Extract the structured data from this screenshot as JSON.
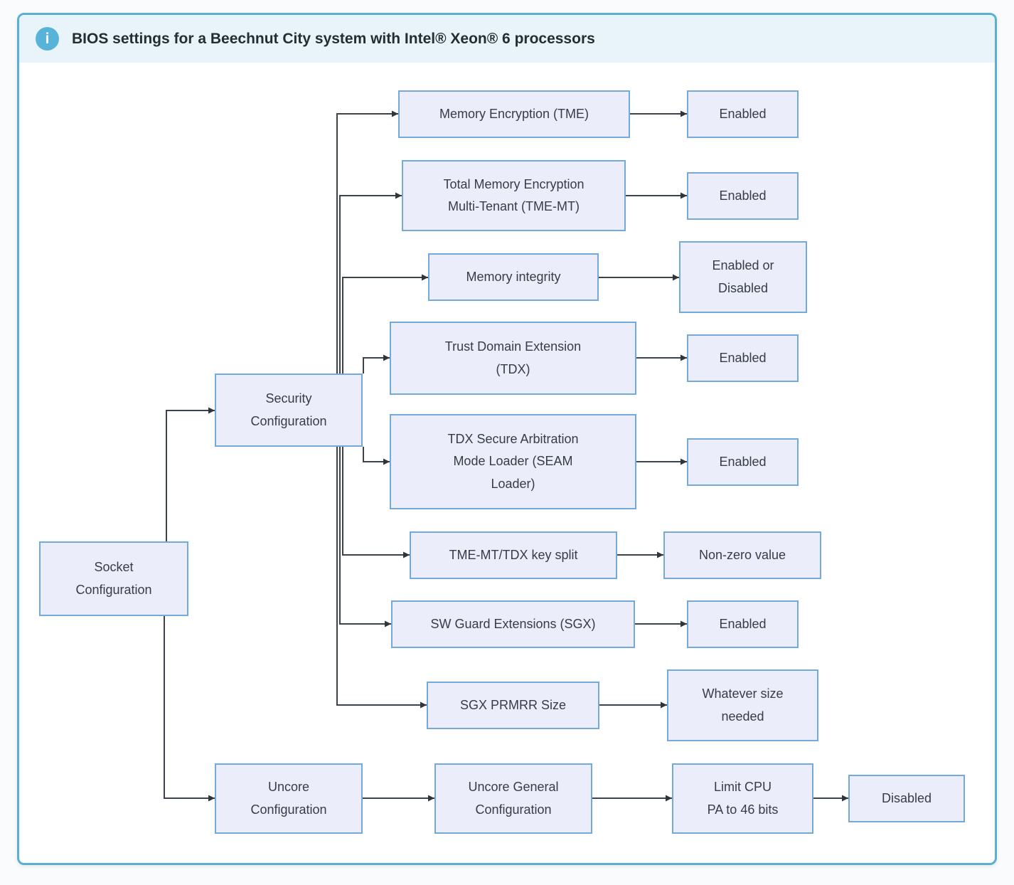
{
  "header": {
    "title": "BIOS settings for a Beechnut City system with Intel® Xeon® 6 processors",
    "info_icon_glyph": "i"
  },
  "colors": {
    "card_border": "#58b1d5",
    "header_background": "#e8f4f9",
    "info_icon_background": "#57b3d7",
    "node_fill": "#ecedfb",
    "node_border": "#74aad9",
    "edge_color": "#3b424a",
    "title_text": "#222e36",
    "node_text": "#363d44"
  },
  "diagram": {
    "nodes": {
      "socket": {
        "label": "Socket\nConfiguration"
      },
      "security": {
        "label": "Security\nConfiguration"
      },
      "tme": {
        "label": "Memory Encryption (TME)"
      },
      "tme_value": {
        "label": "Enabled"
      },
      "tmemt": {
        "label": "Total Memory Encryption\nMulti-Tenant (TME-MT)"
      },
      "tmemt_value": {
        "label": "Enabled"
      },
      "memint": {
        "label": "Memory integrity"
      },
      "memint_value": {
        "label": "Enabled or\nDisabled"
      },
      "tdx": {
        "label": "Trust Domain Extension\n(TDX)"
      },
      "tdx_value": {
        "label": "Enabled"
      },
      "seam": {
        "label": "TDX Secure Arbitration\nMode Loader (SEAM\nLoader)"
      },
      "seam_value": {
        "label": "Enabled"
      },
      "keysplit": {
        "label": "TME-MT/TDX key split"
      },
      "keysplit_value": {
        "label": "Non-zero value"
      },
      "sgx": {
        "label": "SW Guard Extensions (SGX)"
      },
      "sgx_value": {
        "label": "Enabled"
      },
      "prmrr": {
        "label": "SGX PRMRR Size"
      },
      "prmrr_value": {
        "label": "Whatever size\nneeded"
      },
      "uncore": {
        "label": "Uncore\nConfiguration"
      },
      "uncore_general": {
        "label": "Uncore General\nConfiguration"
      },
      "limit_cpu": {
        "label": "Limit CPU\nPA to 46 bits"
      },
      "limit_cpu_value": {
        "label": "Disabled"
      }
    }
  }
}
